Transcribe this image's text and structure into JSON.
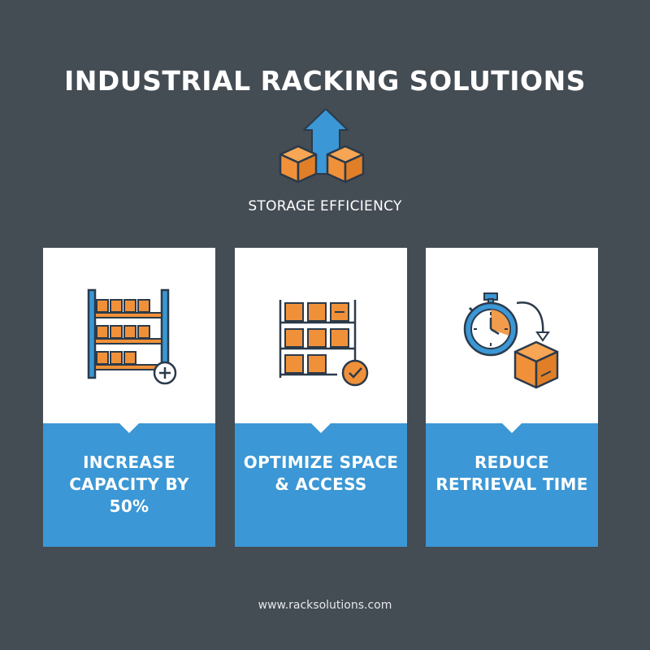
{
  "title": "INDUSTRIAL RACKING SOLUTIONS",
  "hero": {
    "icon": "boxes-with-up-arrow-icon",
    "subtitle": "STORAGE EFFICIENCY"
  },
  "cards": [
    {
      "icon": "shelving-add-icon",
      "label": "INCREASE CAPACITY BY 50%"
    },
    {
      "icon": "shelving-check-icon",
      "label": "OPTIMIZE SPACE & ACCESS"
    },
    {
      "icon": "stopwatch-box-icon",
      "label": "REDUCE RETRIEVAL TIME"
    }
  ],
  "footer": "www.racksolutions.com",
  "colors": {
    "background": "#444c54",
    "accent_blue": "#3b97d5",
    "box_orange": "#f0913a",
    "outline": "#2b3a4a"
  }
}
